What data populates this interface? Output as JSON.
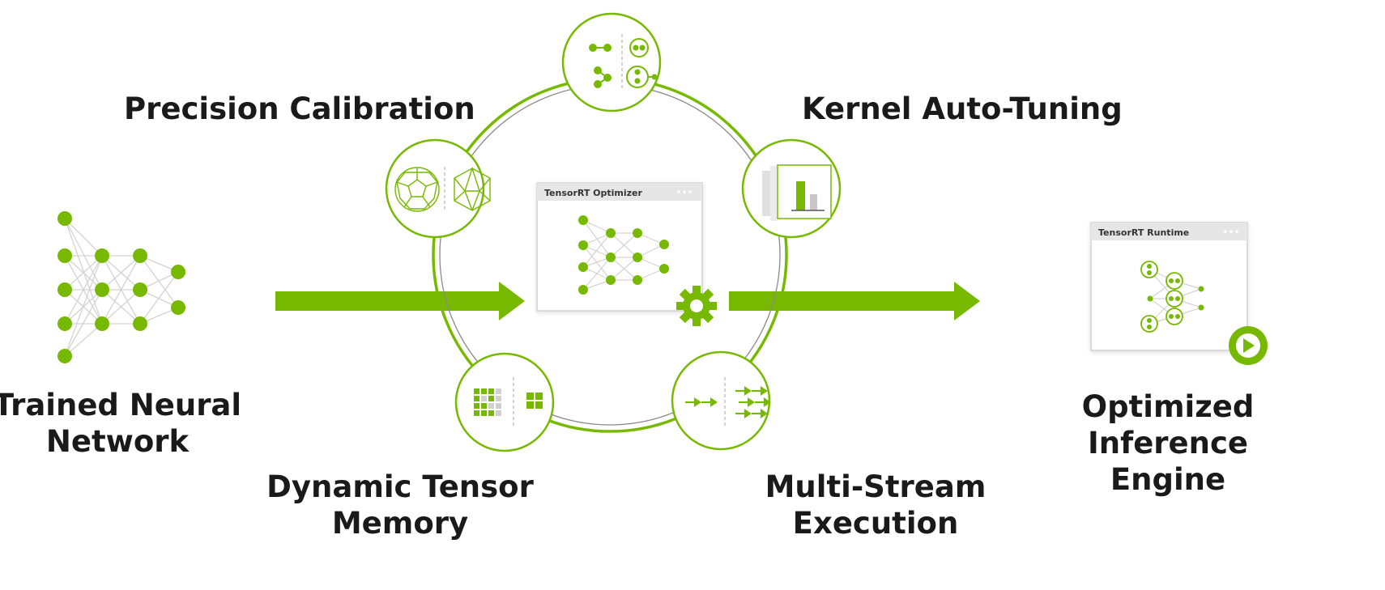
{
  "colors": {
    "green": "#76b900",
    "frame": "#cfcfcf",
    "titlebar": "#e6e6e6",
    "ring_gray": "#8a8a8a",
    "text": "#1a1a1a"
  },
  "labels": {
    "trained_line1": "Trained Neural",
    "trained_line2": "Network",
    "precision": "Precision Calibration",
    "kernel": "Kernel Auto-Tuning",
    "memory_line1": "Dynamic Tensor",
    "memory_line2": "Memory",
    "multistream_line1": "Multi-Stream",
    "multistream_line2": "Execution",
    "optimized_line1": "Optimized",
    "optimized_line2": "Inference",
    "optimized_line3": "Engine"
  },
  "optimizer_window": {
    "title": "TensorRT Optimizer",
    "dots": "•••"
  },
  "runtime_window": {
    "title": "TensorRT Runtime",
    "dots": "•••"
  },
  "icons": {
    "top_node": "layer-fusion-icon",
    "precision_node": "polyhedra-icon",
    "kernel_node": "bar-chart-icon",
    "memory_node": "memory-grid-icon",
    "multistream_node": "stream-arrows-icon",
    "gear": "gear-icon",
    "play": "play-icon"
  }
}
